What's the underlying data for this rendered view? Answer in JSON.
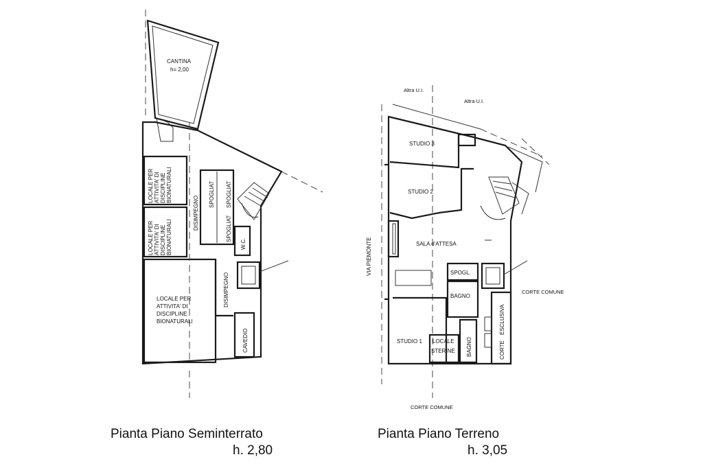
{
  "plans": {
    "basement": {
      "title": "Pianta Piano Seminterrato",
      "height": "h. 2,80",
      "rooms": {
        "cantina": "CANTINA",
        "cantina_h": "h= 2,00",
        "locale1": [
          "LOCALE PER",
          "ATTIVITA' DI",
          "DISCIPLINE",
          "BIONATURALI"
        ],
        "locale2": [
          "LOCALE PER",
          "ATTIVITA' DI",
          "DISCIPLINE",
          "BIONATURALI"
        ],
        "locale3": [
          "LOCALE PER",
          "ATTIVITA' DI",
          "DISCIPLINE",
          "BIONATURALI"
        ],
        "disimpegno1": "DISIMPEGNO",
        "disimpegno2": "DISIMPEGNO",
        "spogliat1": "SPOGLIAT",
        "spogliat2": "SPOGLIAT",
        "wc": "W.C.",
        "cavedio": "CAVEDIO"
      }
    },
    "ground": {
      "title": "Pianta Piano Terreno",
      "height": "h. 3,05",
      "rooms": {
        "altra1": "Altra U.I.",
        "altra2": "Altra U.I.",
        "studio3": "STUDIO 3",
        "studio2": "STUDIO 2",
        "studio1": "STUDIO 1",
        "sala": "SALA d'ATTESA",
        "spogl": "SPOGL.",
        "bagno1": "BAGNO",
        "bagno2": "BAGNO",
        "locale": "LOCALE",
        "sterne": "STER.NE",
        "corte_comune_right": "CORTE COMUNE",
        "corte_comune_bottom": "CORTE COMUNE",
        "corte_esclusiva": [
          "CORTE",
          "ESCLUSIVA"
        ],
        "via": "VIA  PIEMONTE"
      }
    }
  }
}
